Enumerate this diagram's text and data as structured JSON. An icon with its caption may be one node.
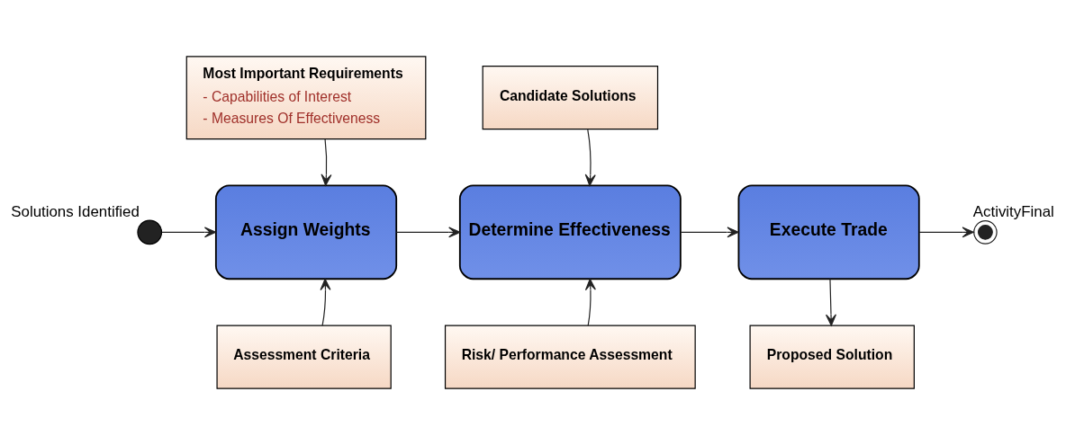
{
  "diagram": {
    "nodes": [
      {
        "text": [],
        "shape": "circle",
        "beside": [
          "Solutions Identified"
        ]
      },
      {
        "text": [
          "Assign Weights"
        ]
      },
      {
        "text": [
          "Determine Effectiveness"
        ]
      },
      {
        "text": [
          "Execute Trade"
        ]
      },
      {
        "text": [],
        "shape": "circle",
        "beside": [
          "ActivityFinal"
        ]
      },
      {
        "text": [
          "Most Important Requirements",
          "- Capabilities of Interest",
          "- Measures Of Effectiveness"
        ]
      },
      {
        "text": [
          "Candidate Solutions"
        ]
      },
      {
        "text": [
          "Assessment Criteria"
        ]
      },
      {
        "text": [
          "Risk/ Performance Assessment"
        ]
      },
      {
        "text": [
          "Proposed Solution"
        ]
      }
    ],
    "edges": [
      {
        "from": 0,
        "to": 1,
        "arrow": "to"
      },
      {
        "from": 1,
        "to": 2,
        "arrow": "to"
      },
      {
        "from": 2,
        "to": 3,
        "arrow": "to"
      },
      {
        "from": 3,
        "to": 4,
        "arrow": "to"
      },
      {
        "from": 5,
        "to": 1,
        "arrow": "to"
      },
      {
        "from": 6,
        "to": 2,
        "arrow": "to"
      },
      {
        "from": 7,
        "to": 1,
        "arrow": "to"
      },
      {
        "from": 8,
        "to": 2,
        "arrow": "to"
      },
      {
        "from": 3,
        "to": 9,
        "arrow": "to"
      }
    ]
  }
}
